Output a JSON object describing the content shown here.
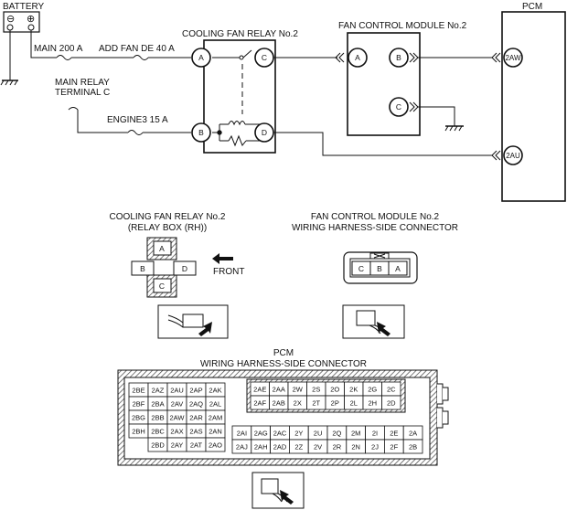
{
  "labels": {
    "battery": "BATTERY",
    "battery_minus": "⊖",
    "battery_plus": "⊕",
    "fuse_main": "MAIN 200 A",
    "fuse_addfan": "ADD FAN DE 40 A",
    "main_relay": [
      "MAIN RELAY",
      "TERMINAL C"
    ],
    "fuse_engine3": "ENGINE3 15 A",
    "relay_title": "COOLING FAN RELAY No.2",
    "fcm_title": "FAN CONTROL MODULE No.2",
    "pcm_title": "PCM"
  },
  "pins": {
    "relay": [
      "A",
      "C",
      "B",
      "D"
    ],
    "fcm": [
      "A",
      "B",
      "C"
    ],
    "pcm": [
      "2AW",
      "2AU"
    ]
  },
  "connectors": {
    "relay_box": {
      "title": [
        "COOLING FAN RELAY No.2",
        "(RELAY BOX (RH))"
      ],
      "pins": [
        "A",
        "B",
        "C",
        "D"
      ],
      "front": "FRONT"
    },
    "fcm_conn": {
      "title": [
        "FAN CONTROL MODULE No.2",
        "WIRING HARNESS-SIDE CONNECTOR"
      ],
      "pins": [
        "C",
        "B",
        "A"
      ]
    },
    "pcm_conn": {
      "title": [
        "PCM",
        "WIRING HARNESS-SIDE CONNECTOR"
      ],
      "left_block": [
        [
          "2BE",
          "2AZ",
          "2AU",
          "2AP",
          "2AK"
        ],
        [
          "2BF",
          "2BA",
          "2AV",
          "2AQ",
          "2AL"
        ],
        [
          "2BG",
          "2BB",
          "2AW",
          "2AR",
          "2AM"
        ],
        [
          "2BH",
          "2BC",
          "2AX",
          "2AS",
          "2AN"
        ],
        [
          "",
          "2BD",
          "2AY",
          "2AT",
          "2AO"
        ]
      ],
      "top_block": [
        [
          "2AE",
          "2AA",
          "2W",
          "2S",
          "2O",
          "2K",
          "2G",
          "2C"
        ],
        [
          "2AF",
          "2AB",
          "2X",
          "2T",
          "2P",
          "2L",
          "2H",
          "2D"
        ]
      ],
      "bottom_block": [
        [
          "2AI",
          "2AG",
          "2AC",
          "2Y",
          "2U",
          "2Q",
          "2M",
          "2I",
          "2E",
          "2A"
        ],
        [
          "2AJ",
          "2AH",
          "2AD",
          "2Z",
          "2V",
          "2R",
          "2N",
          "2J",
          "2F",
          "2B"
        ]
      ]
    }
  }
}
